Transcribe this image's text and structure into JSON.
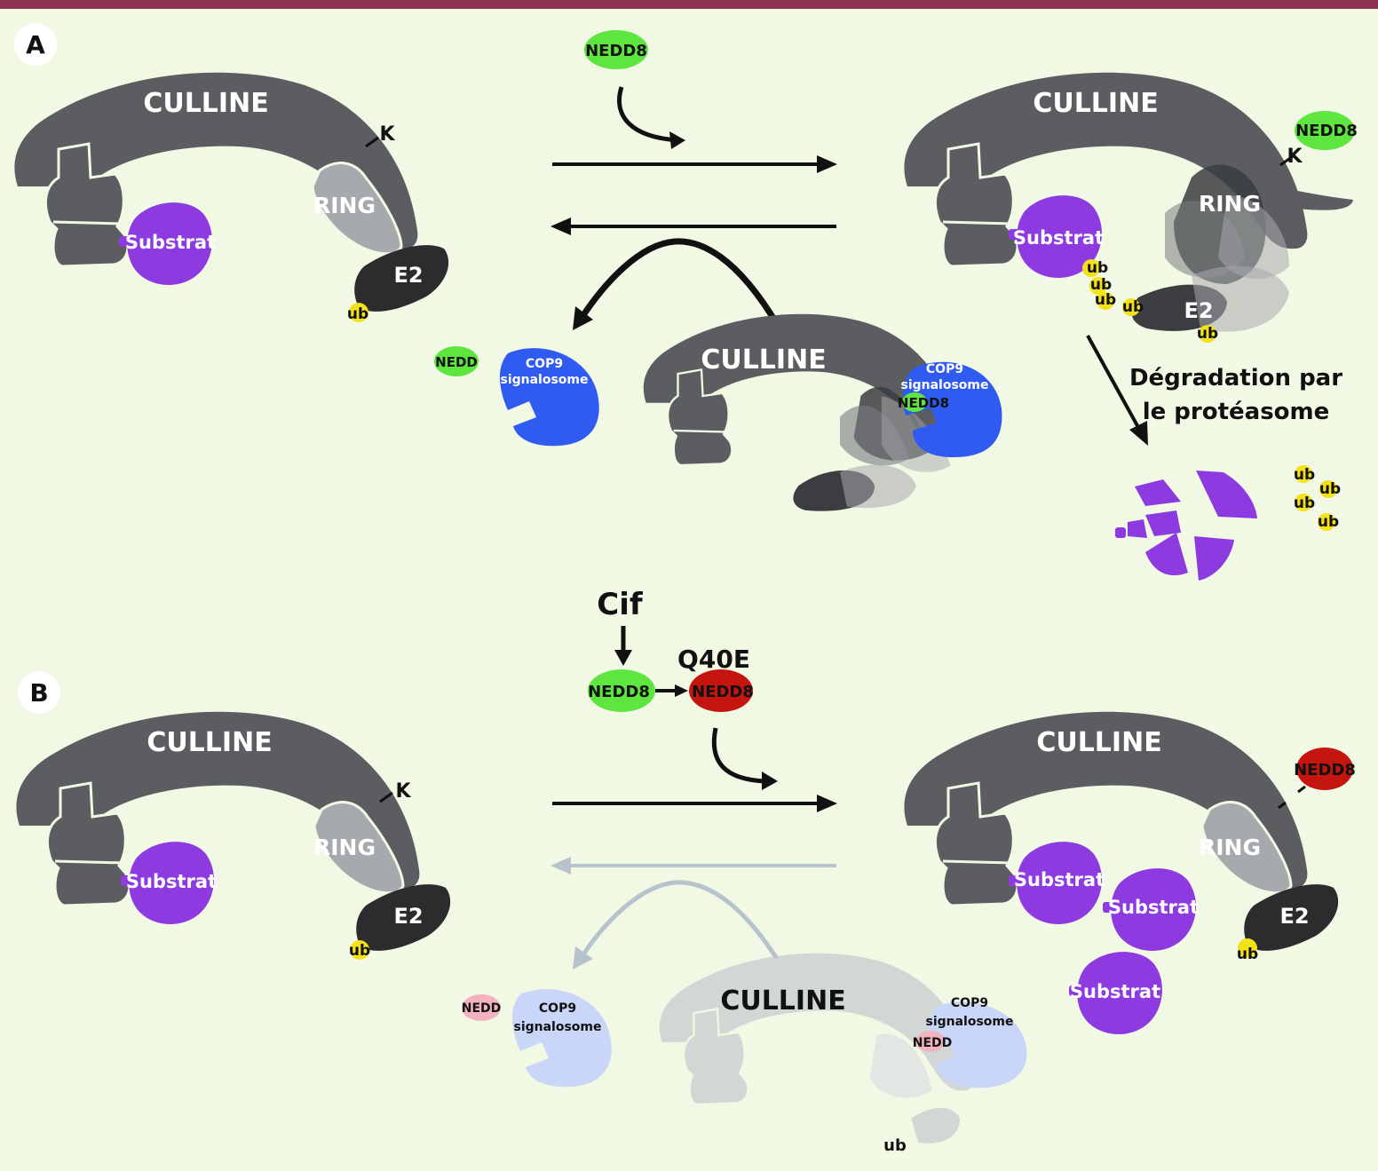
{
  "panels": {
    "a": {
      "letter": "A"
    },
    "b": {
      "letter": "B"
    }
  },
  "labels": {
    "culline": "CULLINE",
    "ring": "RING",
    "e2": "E2",
    "substrat": "Substrat",
    "nedd8": "NEDD8",
    "nedd": "NEDD",
    "ub": "ub",
    "k": "K",
    "cop9_line1": "COP9",
    "cop9_line2": "signalosome",
    "degradation_line1": "Dégradation par",
    "degradation_line2": "le protéasome",
    "cif": "Cif",
    "q40e": "Q40E"
  },
  "colors": {
    "top_bar": "#8b3350",
    "background": "#f1f8e4",
    "culline": "#5b5d60",
    "ring": "#a7aaad",
    "e2": "#2c2c2e",
    "substrat": "#8d3ae0",
    "nedd8": "#5ee53f",
    "nedd8_q40e": "#c4160e",
    "ub": "#f3e11a",
    "cop9": "#2f5bf0",
    "faded_pink": "#f2b3bf",
    "faded_blue": "#c9d6f7"
  }
}
